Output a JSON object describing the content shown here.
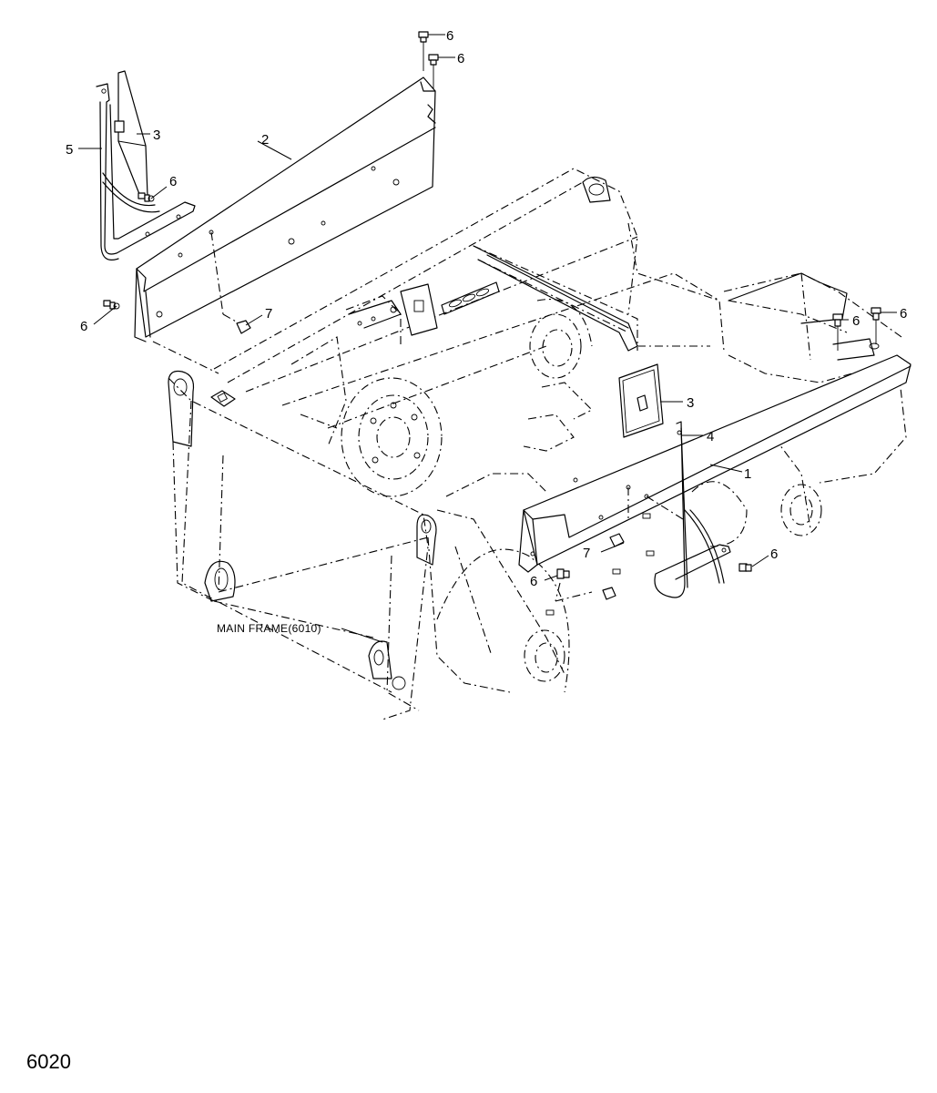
{
  "callouts": {
    "p1": "1",
    "p2": "2",
    "p3_left": "3",
    "p3_right": "3",
    "p4": "4",
    "p5": "5",
    "p6_top_a": "6",
    "p6_top_b": "6",
    "p6_upper_left": "6",
    "p6_left": "6",
    "p6_right_a": "6",
    "p6_right_b": "6",
    "p6_lower_center": "6",
    "p6_lower_right": "6",
    "p7_left": "7",
    "p7_center": "7"
  },
  "frame_label": "MAIN FRAME(6010)",
  "page_number": "6020"
}
